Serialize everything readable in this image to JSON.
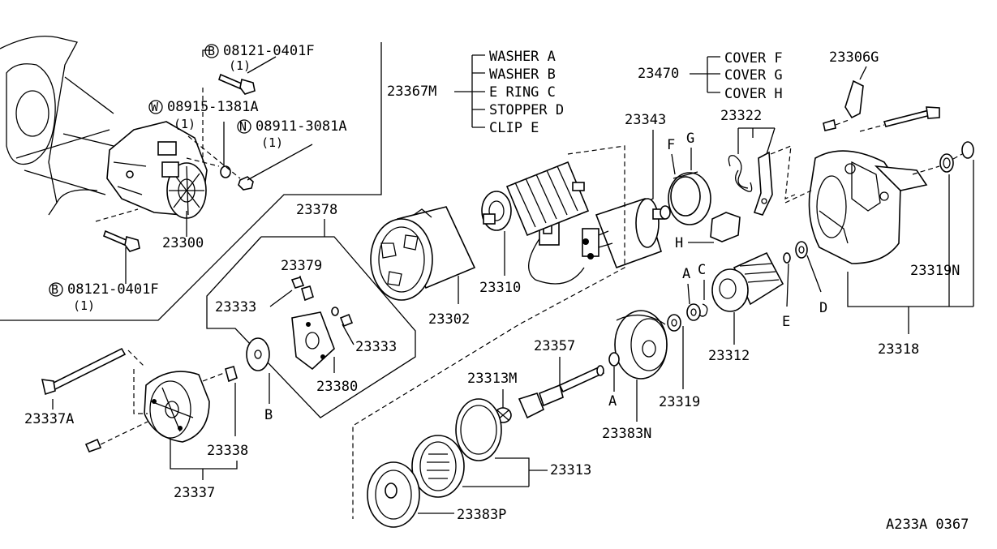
{
  "callouts": {
    "p23367m": "23367M",
    "washer_a": "WASHER  A",
    "washer_b": "WASHER  B",
    "ering_c": "E RING   C",
    "stopper_d": "STOPPER D",
    "clip_e": "CLIP     E",
    "p23470": "23470",
    "cover_f": "COVER F",
    "cover_g": "COVER G",
    "cover_h": "COVER H",
    "p23306g": "23306G",
    "p23343": "23343",
    "p23322": "23322",
    "bolt_b1": "08121-0401F",
    "bolt_b1_qty": "(1)",
    "washer_w": "08915-1381A",
    "washer_w_qty": "(1)",
    "nut_n": "08911-3081A",
    "nut_n_qty": "(1)",
    "bolt_b2": "08121-0401F",
    "bolt_b2_qty": "(1)",
    "p23300": "23300",
    "p23378": "23378",
    "p23379": "23379",
    "p23333a": "23333",
    "p23333b": "23333",
    "p23380": "23380",
    "p23302": "23302",
    "p23310": "23310",
    "p23357": "23357",
    "p23313m": "23313M",
    "p23383n": "23383N",
    "p23319": "23319",
    "p23312": "23312",
    "p23318": "23318",
    "p23319n": "23319N",
    "p23337a": "23337A",
    "p23338": "23338",
    "p23337": "23337",
    "p23313": "23313",
    "p23383p": "23383P",
    "letter_f": "F",
    "letter_g": "G",
    "letter_h": "H",
    "letter_a1": "A",
    "letter_c": "C",
    "letter_e": "E",
    "letter_d": "D",
    "letter_a2": "A",
    "letter_b": "B",
    "circle_b1": "B",
    "circle_w": "W",
    "circle_n": "N",
    "circle_b2": "B"
  },
  "figure_code": "A233A 0367"
}
